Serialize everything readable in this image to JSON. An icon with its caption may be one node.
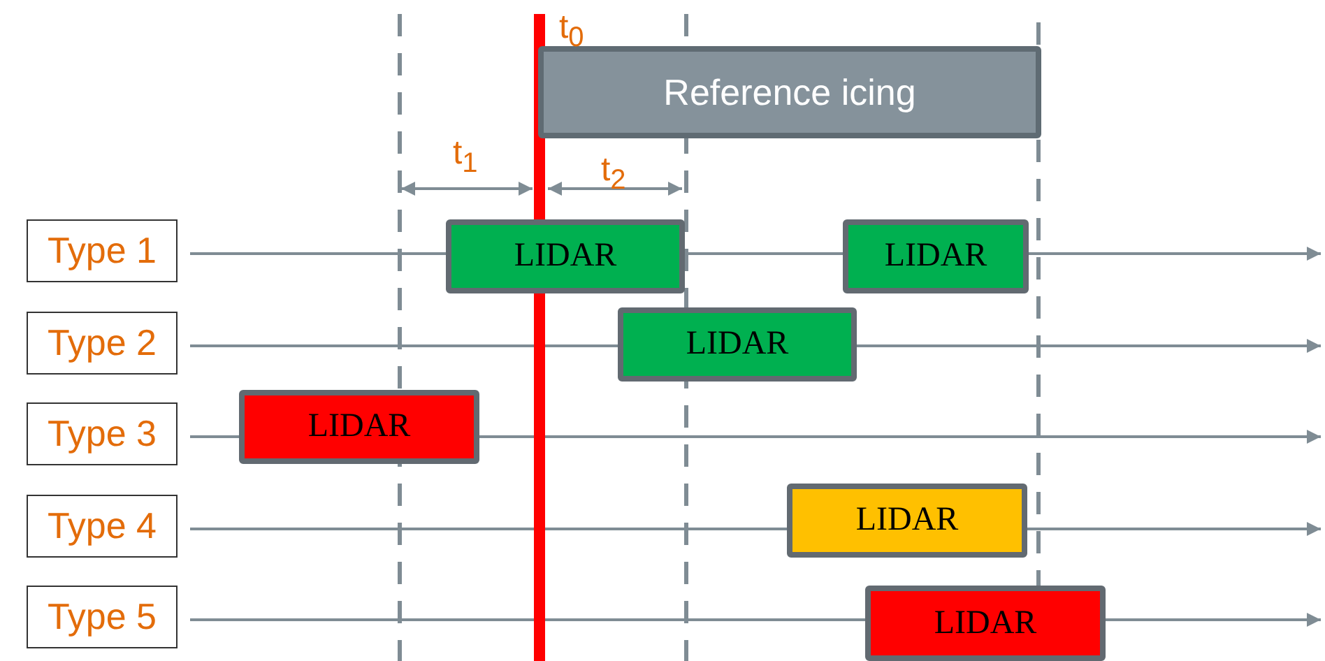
{
  "diagram": {
    "nodes": [
      {
        "text": [
          "Reference icing"
        ]
      },
      {
        "text": [
          "Type 1"
        ]
      },
      {
        "text": [
          "Type 2"
        ]
      },
      {
        "text": [
          "Type 3"
        ]
      },
      {
        "text": [
          "Type 4"
        ]
      },
      {
        "text": [
          "Type 5"
        ]
      },
      {
        "text": [
          "LIDAR"
        ]
      },
      {
        "text": [
          "LIDAR"
        ]
      },
      {
        "text": [
          "LIDAR"
        ]
      },
      {
        "text": [
          "LIDAR"
        ]
      },
      {
        "text": [
          "LIDAR"
        ]
      },
      {
        "text": [
          "LIDAR"
        ]
      }
    ],
    "edges": [
      {
        "from": 1,
        "to": null,
        "arrow": "to"
      },
      {
        "from": 2,
        "to": null,
        "arrow": "to"
      },
      {
        "from": 3,
        "to": null,
        "arrow": "to"
      },
      {
        "from": 4,
        "to": null,
        "arrow": "to"
      },
      {
        "from": 5,
        "to": null,
        "arrow": "to"
      }
    ],
    "labels": [
      "t$_{0}$",
      "t$_{1}$",
      "t$_{2}$"
    ]
  }
}
